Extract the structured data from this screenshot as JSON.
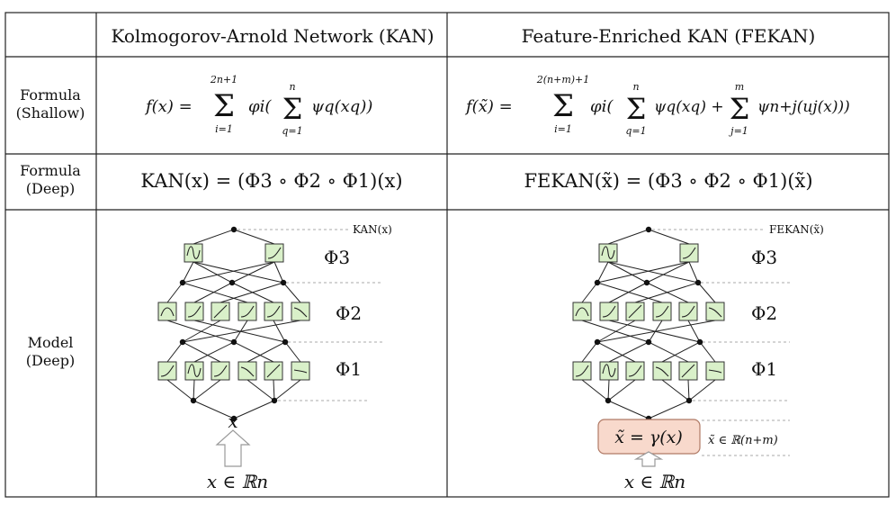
{
  "table": {
    "headers": [
      "",
      "Kolmogorov-Arnold Network (KAN)",
      "Feature-Enriched KAN (FEKAN)"
    ],
    "rows": {
      "shallow": {
        "label1": "Formula",
        "label2": "(Shallow)"
      },
      "deep": {
        "label1": "Formula",
        "label2": "(Deep)"
      },
      "model": {
        "label1": "Model",
        "label2": "(Deep)"
      }
    }
  },
  "formulas": {
    "kan_shallow": {
      "lhs": "f(x) =",
      "sum_top": "2n+1",
      "sum_bottom": "i=1",
      "phi": "φi(",
      "inner_top": "n",
      "inner_bottom": "q=1",
      "inner_term": "ψq(xq))"
    },
    "fekan_shallow": {
      "lhs": "f(x̃) =",
      "sum_top": "2(n+m)+1",
      "sum_bottom": "i=1",
      "phi": "φi(",
      "inner1_top": "n",
      "inner1_bottom": "q=1",
      "inner1_term": "ψq(xq) +",
      "inner2_top": "m",
      "inner2_bottom": "j=1",
      "inner2_term": "ψn+j(uj(x)))"
    },
    "kan_deep": "KAN(x) = (Φ3 ∘ Φ2 ∘ Φ1)(x)",
    "fekan_deep": "FEKAN(x̃) = (Φ3 ∘ Φ2 ∘ Φ1)(x̃)"
  },
  "kan_model": {
    "output_label": "KAN(x)",
    "layer_labels": [
      "Φ3",
      "Φ2",
      "Φ1"
    ],
    "input_symbol": "x",
    "domain_label": "x ∈ ℝn"
  },
  "fekan_model": {
    "output_label": "FEKAN(x̃)",
    "layer_labels": [
      "Φ3",
      "Φ2",
      "Φ1"
    ],
    "feature_box": "x̃ = γ(x)",
    "feature_space": "x̃ ∈ ℝ(n+m)",
    "domain_label": "x ∈ ℝn"
  },
  "colors": {
    "box_fill": "#d9f0c9",
    "box_stroke": "#333333",
    "feature_fill": "#f8d9cc",
    "feature_stroke": "#b07a66",
    "dashed": "#aaaaaa",
    "arrow_stroke": "#999999"
  }
}
